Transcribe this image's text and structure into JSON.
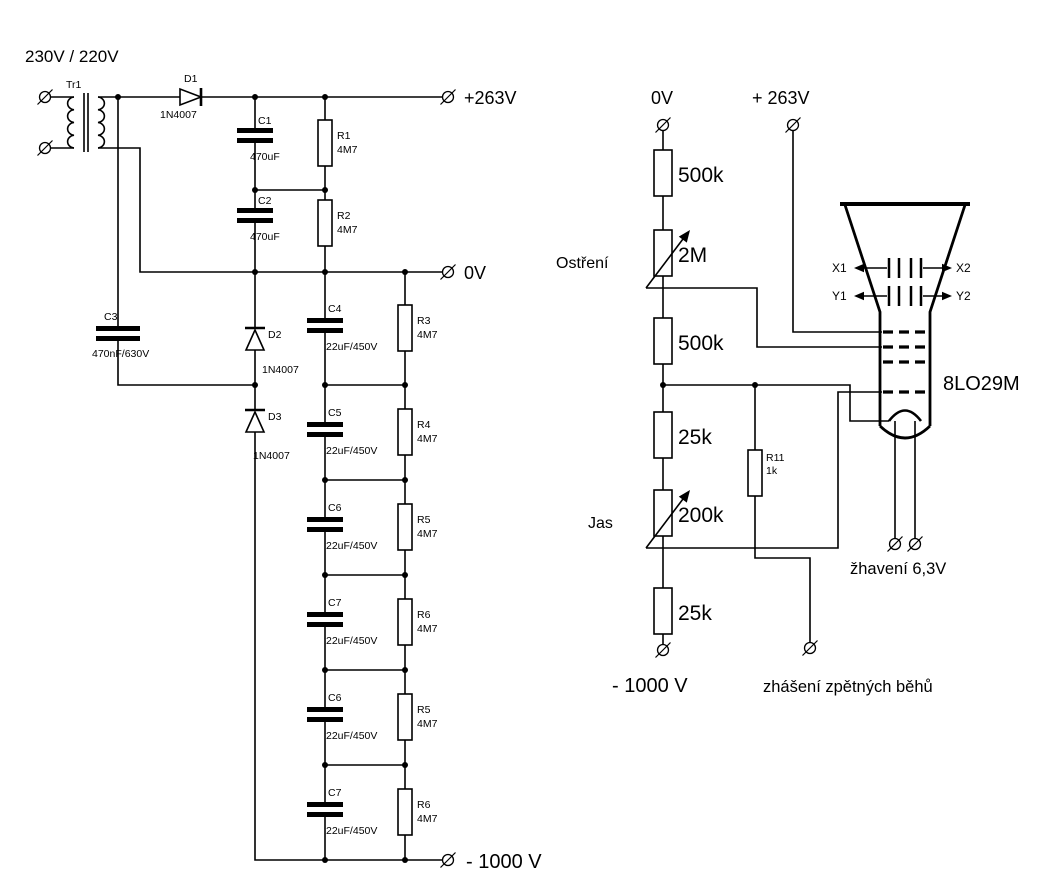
{
  "left": {
    "mains_label": "230V / 220V",
    "transformer_label": "Tr1",
    "d1": {
      "ref": "D1",
      "part": "1N4007"
    },
    "d2": {
      "ref": "D2",
      "part": "1N4007"
    },
    "d3": {
      "ref": "D3",
      "part": "1N4007"
    },
    "c1": {
      "ref": "C1",
      "value": "470uF"
    },
    "c2": {
      "ref": "C2",
      "value": "470uF"
    },
    "c3": {
      "ref": "C3",
      "value": "470nF/630V"
    },
    "r1": {
      "ref": "R1",
      "value": "4M7"
    },
    "r2": {
      "ref": "R2",
      "value": "4M7"
    },
    "ladder_caps": [
      {
        "ref": "C4",
        "value": "22uF/450V"
      },
      {
        "ref": "C5",
        "value": "22uF/450V"
      },
      {
        "ref": "C6",
        "value": "22uF/450V"
      },
      {
        "ref": "C7",
        "value": "22uF/450V"
      },
      {
        "ref": "C6",
        "value": "22uF/450V"
      },
      {
        "ref": "C7",
        "value": "22uF/450V"
      }
    ],
    "ladder_resistors": [
      {
        "ref": "R3",
        "value": "4M7"
      },
      {
        "ref": "R4",
        "value": "4M7"
      },
      {
        "ref": "R5",
        "value": "4M7"
      },
      {
        "ref": "R6",
        "value": "4M7"
      },
      {
        "ref": "R5",
        "value": "4M7"
      },
      {
        "ref": "R6",
        "value": "4M7"
      }
    ],
    "rail_plus263": "+263V",
    "rail_0v": "0V",
    "rail_minus1000": "- 1000 V"
  },
  "right": {
    "terminal_0v": "0V",
    "terminal_plus263": "+ 263V",
    "divider": [
      {
        "value": "500k"
      },
      {
        "value": "2M"
      },
      {
        "value": "500k"
      },
      {
        "value": "25k"
      },
      {
        "value": "200k"
      },
      {
        "value": "25k"
      }
    ],
    "focus_label": "Ostření",
    "brightness_label": "Jas",
    "r11": {
      "ref": "R11",
      "value": "1k"
    },
    "terminal_minus1000": "- 1000 V",
    "blanking_label": "zhášení zpětných běhů",
    "heater_label": "žhavení 6,3V",
    "crt": {
      "model": "8LO29M",
      "x1": "X1",
      "x2": "X2",
      "y1": "Y1",
      "y2": "Y2"
    }
  }
}
